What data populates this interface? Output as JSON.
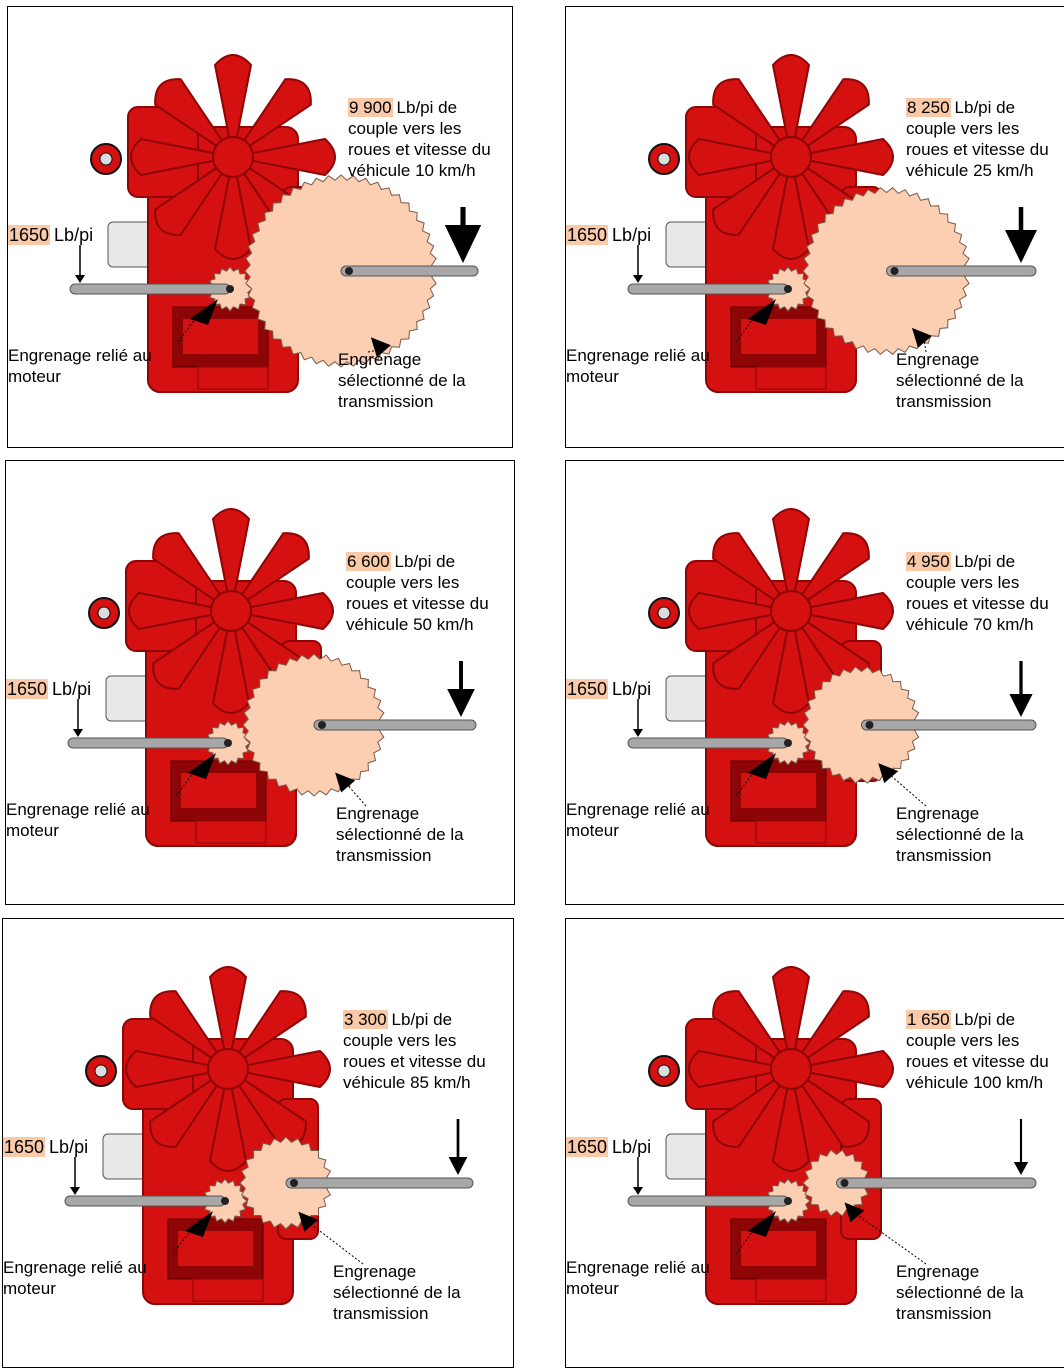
{
  "colors": {
    "engine_red": "#d41010",
    "engine_dark": "#8e0505",
    "gear_fill": "#fcceb2",
    "highlight": "#f9c9a8",
    "shaft": "#a7a7a7"
  },
  "common": {
    "input_value": "1650",
    "input_unit": "Lb/pi",
    "engine_gear_label_line1": "Engrenage relié au",
    "engine_gear_label_line2": "moteur",
    "trans_label_line1": "Engrenage",
    "trans_label_line2": "sélectionné de la",
    "trans_label_line3": "transmission"
  },
  "panels": [
    {
      "value": "9 900",
      "unit_suffix": "Lb/pi de",
      "line2": "couple vers les",
      "line3": "roues et vitesse du",
      "line4": "véhicule 10 km/h",
      "gear_ratio": 6.0
    },
    {
      "value": "8 250",
      "unit_suffix": "Lb/pi de",
      "line2": "couple vers les",
      "line3": "roues et vitesse du",
      "line4": "véhicule 25 km/h",
      "gear_ratio": 5.0
    },
    {
      "value": "6 600",
      "unit_suffix": "Lb/pi de",
      "line2": "couple vers les",
      "line3": "roues et vitesse du",
      "line4": "véhicule 50 km/h",
      "gear_ratio": 4.0
    },
    {
      "value": "4 950",
      "unit_suffix": "Lb/pi de",
      "line2": "couple vers les",
      "line3": "roues et vitesse du",
      "line4": "véhicule 70 km/h",
      "gear_ratio": 3.0
    },
    {
      "value": "3 300",
      "unit_suffix": "Lb/pi de",
      "line2": "couple vers les",
      "line3": "roues et vitesse du",
      "line4": "véhicule 85 km/h",
      "gear_ratio": 2.0
    },
    {
      "value": "1 650",
      "unit_suffix": "Lb/pi de",
      "line2": "couple vers les",
      "line3": "roues et vitesse du",
      "line4": "véhicule 100 km/h",
      "gear_ratio": 1.0
    }
  ]
}
